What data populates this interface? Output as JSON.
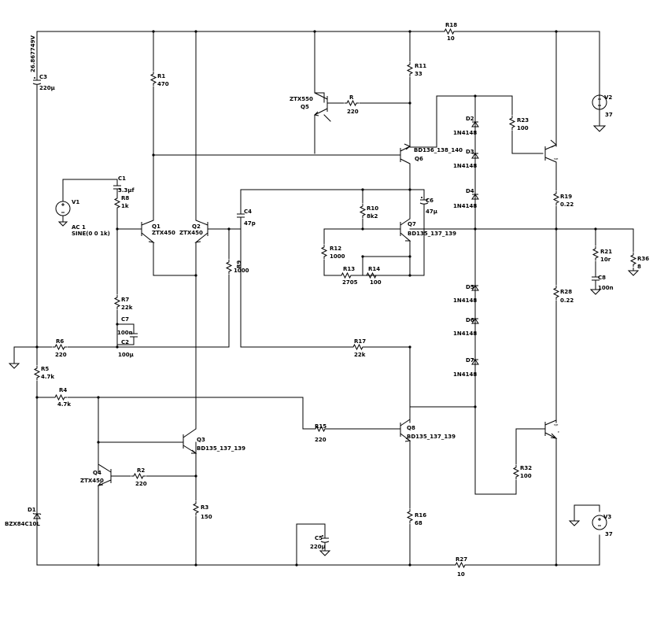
{
  "components": {
    "R18": {
      "ref": "R18",
      "value": "10"
    },
    "R11": {
      "ref": "R11",
      "value": "33"
    },
    "R1": {
      "ref": "R1",
      "value": "470"
    },
    "C3": {
      "ref": "C3",
      "value": "220µ"
    },
    "node_label": "26.867749V",
    "Q5": {
      "ref": "Q5",
      "model": "ZTX550"
    },
    "R": {
      "ref": "R",
      "value": "220"
    },
    "V2": {
      "ref": "V2",
      "value": "37"
    },
    "D2": {
      "ref": "D2",
      "model": "1N4148"
    },
    "D3": {
      "ref": "D3",
      "model": "1N4148"
    },
    "D4": {
      "ref": "D4",
      "model": "1N4148"
    },
    "D5": {
      "ref": "D5",
      "model": "1N4148"
    },
    "D6": {
      "ref": "D6",
      "model": "1N4148"
    },
    "D7": {
      "ref": "D7",
      "model": "1N4148"
    },
    "R23": {
      "ref": "R23",
      "value": "100"
    },
    "Q6": {
      "ref": "Q6",
      "model": "BD136_138_140"
    },
    "C1": {
      "ref": "C1",
      "value": "3.3µf"
    },
    "R8": {
      "ref": "R8",
      "value": "1k"
    },
    "V1": {
      "ref": "V1",
      "line1": "AC 1",
      "line2": "SINE(0 0 1k)"
    },
    "Q1": {
      "ref": "Q1",
      "model": "ZTX450"
    },
    "Q2": {
      "ref": "Q2",
      "model": "ZTX450"
    },
    "C4": {
      "ref": "C4",
      "value": "47p"
    },
    "R10": {
      "ref": "R10",
      "value": "8k2"
    },
    "C6": {
      "ref": "C6",
      "value": "47µ"
    },
    "Q7": {
      "ref": "Q7",
      "model": "BD135_137_139"
    },
    "R19": {
      "ref": "R19",
      "value": "0.22"
    },
    "R12": {
      "ref": "R12",
      "value": "1000"
    },
    "R9": {
      "ref": "R9",
      "value": "1000"
    },
    "R13": {
      "ref": "R13",
      "value": "2705"
    },
    "R14": {
      "ref": "R14",
      "value": "100"
    },
    "R21": {
      "ref": "R21",
      "value": "10r"
    },
    "C8": {
      "ref": "C8",
      "value": "100n"
    },
    "R36": {
      "ref": "R36",
      "value": "8"
    },
    "R28": {
      "ref": "R28",
      "value": "0.22"
    },
    "R7": {
      "ref": "R7",
      "value": "22k"
    },
    "C7": {
      "ref": "C7",
      "value": "100n"
    },
    "C2": {
      "ref": "C2",
      "value": "100µ"
    },
    "R6": {
      "ref": "R6",
      "value": "220"
    },
    "R17": {
      "ref": "R17",
      "value": "22k"
    },
    "R5": {
      "ref": "R5",
      "value": "4.7k"
    },
    "R4": {
      "ref": "R4",
      "value": "4.7k"
    },
    "Q3": {
      "ref": "Q3",
      "model": "BD135_137_139"
    },
    "R15": {
      "ref": "R15",
      "value": "220"
    },
    "Q8": {
      "ref": "Q8",
      "model": "BD135_137_139"
    },
    "Q4": {
      "ref": "Q4",
      "model": "ZTX450"
    },
    "R2": {
      "ref": "R2",
      "value": "220"
    },
    "R32": {
      "ref": "R32",
      "value": "100"
    },
    "R3": {
      "ref": "R3",
      "value": "150"
    },
    "R16": {
      "ref": "R16",
      "value": "68"
    },
    "V3": {
      "ref": "V3",
      "value": "37"
    },
    "D1": {
      "ref": "D1",
      "model": "BZX84C10L"
    },
    "C5": {
      "ref": "C5",
      "value": "220µ"
    },
    "R27": {
      "ref": "R27",
      "value": "10"
    }
  }
}
